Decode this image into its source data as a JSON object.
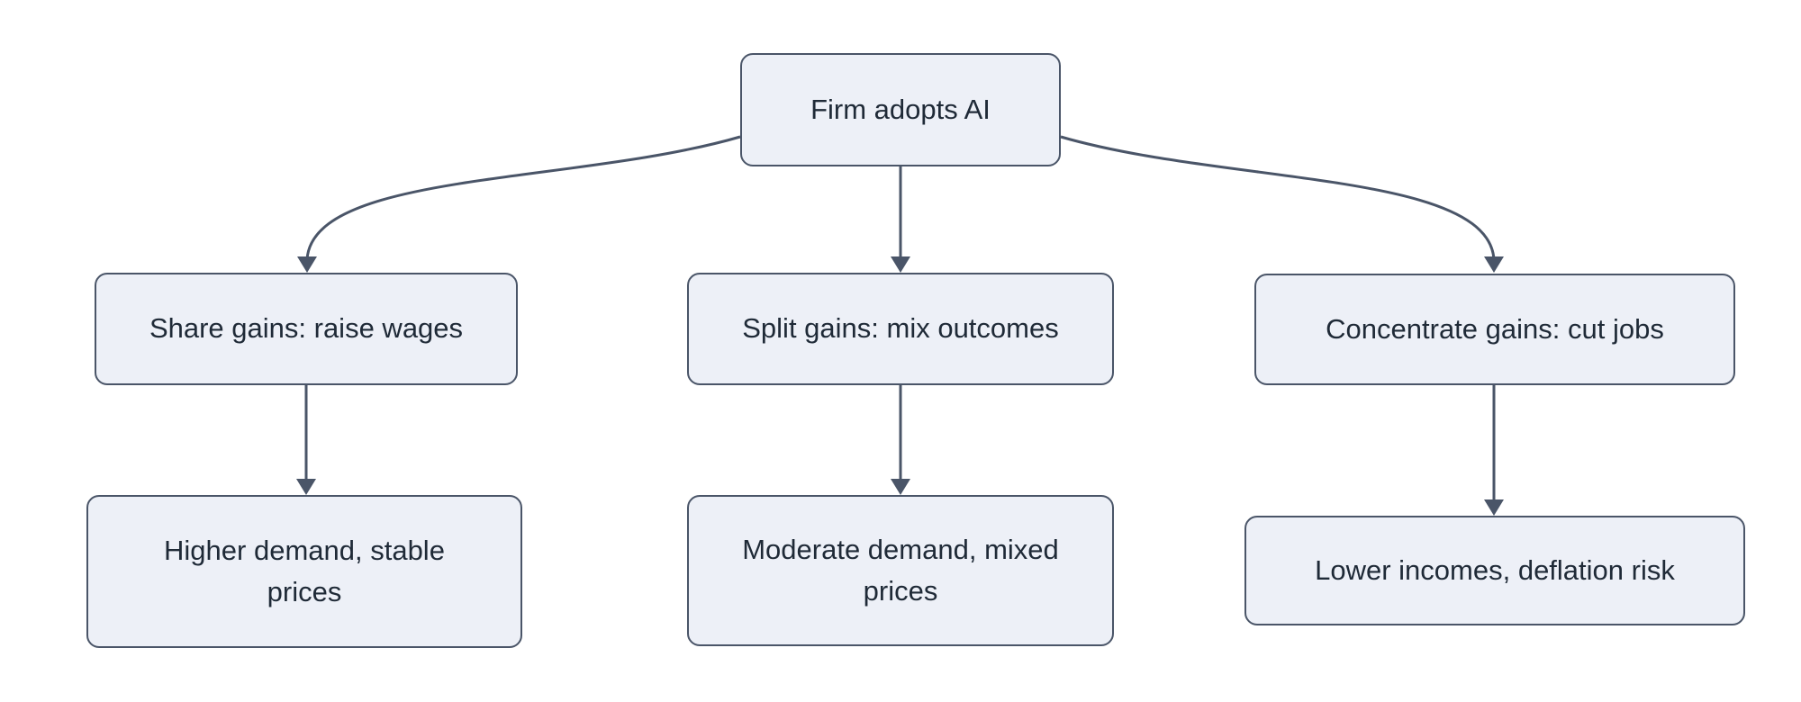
{
  "diagram": {
    "type": "flowchart",
    "direction": "top-down",
    "colors": {
      "node_fill": "#edf0f7",
      "node_border": "#4a5568",
      "edge": "#4a5568",
      "text": "#1f2a37",
      "background": "#ffffff"
    },
    "nodes": [
      {
        "id": "firm-adopts-ai",
        "label": "Firm adopts AI"
      },
      {
        "id": "share-gains",
        "label": "Share gains: raise wages"
      },
      {
        "id": "split-gains",
        "label": "Split gains: mix outcomes"
      },
      {
        "id": "concentrate-gains",
        "label": "Concentrate gains: cut jobs"
      },
      {
        "id": "higher-demand",
        "label": "Higher demand, stable\nprices"
      },
      {
        "id": "moderate-demand",
        "label": "Moderate demand, mixed\nprices"
      },
      {
        "id": "lower-incomes",
        "label": "Lower incomes, deflation risk"
      }
    ],
    "edges": [
      {
        "from": "firm-adopts-ai",
        "to": "share-gains"
      },
      {
        "from": "firm-adopts-ai",
        "to": "split-gains"
      },
      {
        "from": "firm-adopts-ai",
        "to": "concentrate-gains"
      },
      {
        "from": "share-gains",
        "to": "higher-demand"
      },
      {
        "from": "split-gains",
        "to": "moderate-demand"
      },
      {
        "from": "concentrate-gains",
        "to": "lower-incomes"
      }
    ]
  }
}
